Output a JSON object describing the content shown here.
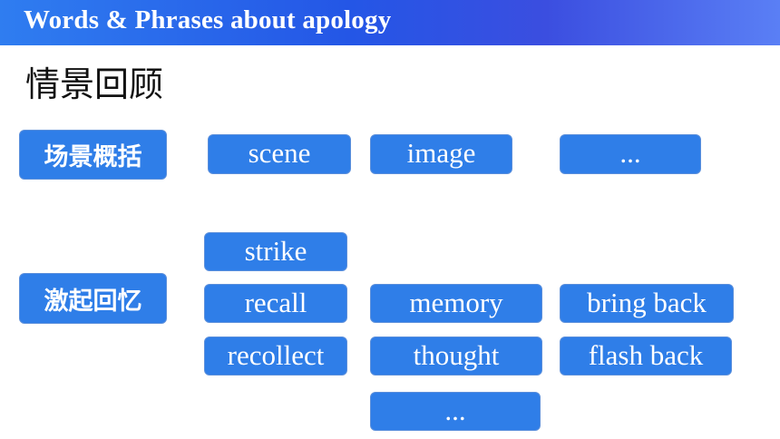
{
  "header": {
    "title": "Words & Phrases about apology"
  },
  "section": {
    "title": "情景回顾"
  },
  "groups": [
    {
      "label": "场景概括",
      "words": [
        "scene",
        "image",
        "..."
      ]
    },
    {
      "label": "激起回忆",
      "words": [
        "strike",
        "recall",
        "memory",
        "bring back",
        "recollect",
        "thought",
        "flash back",
        "..."
      ]
    }
  ],
  "colors": {
    "box_fill": "#2f7ee8",
    "header_gradient": [
      "#2f7df0",
      "#2456e6",
      "#5a7ff5"
    ],
    "text_on_box": "#ffffff"
  }
}
